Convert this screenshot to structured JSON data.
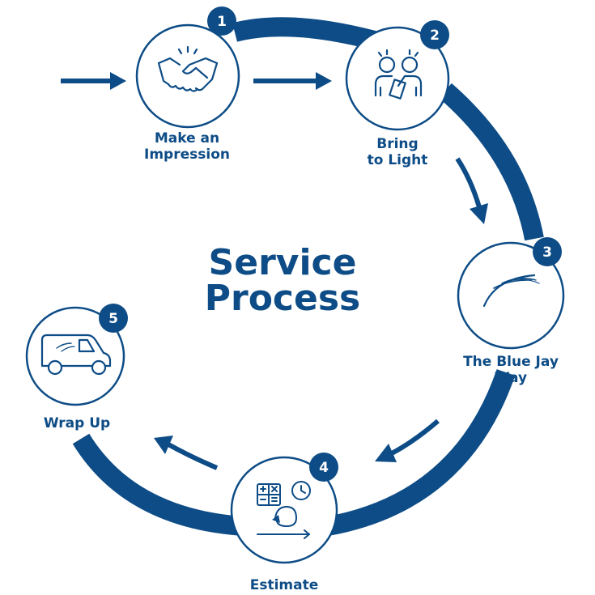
{
  "title": {
    "line1": "Service",
    "line2": "Process"
  },
  "colors": {
    "primary": "#0d4c86",
    "background": "#ffffff"
  },
  "steps": [
    {
      "number": "1",
      "label_lines": [
        "Make an",
        "Impression"
      ],
      "icon": "handshake-icon"
    },
    {
      "number": "2",
      "label_lines": [
        "Bring",
        "to Light"
      ],
      "icon": "people-with-tablet-icon"
    },
    {
      "number": "3",
      "label_lines": [
        "The Blue Jay",
        "Way"
      ],
      "icon": "blue-jay-wing-icon"
    },
    {
      "number": "4",
      "label_lines": [
        "Estimate"
      ],
      "icon": "calculator-clock-icon"
    },
    {
      "number": "5",
      "label_lines": [
        "Wrap Up"
      ],
      "icon": "van-icon"
    }
  ]
}
